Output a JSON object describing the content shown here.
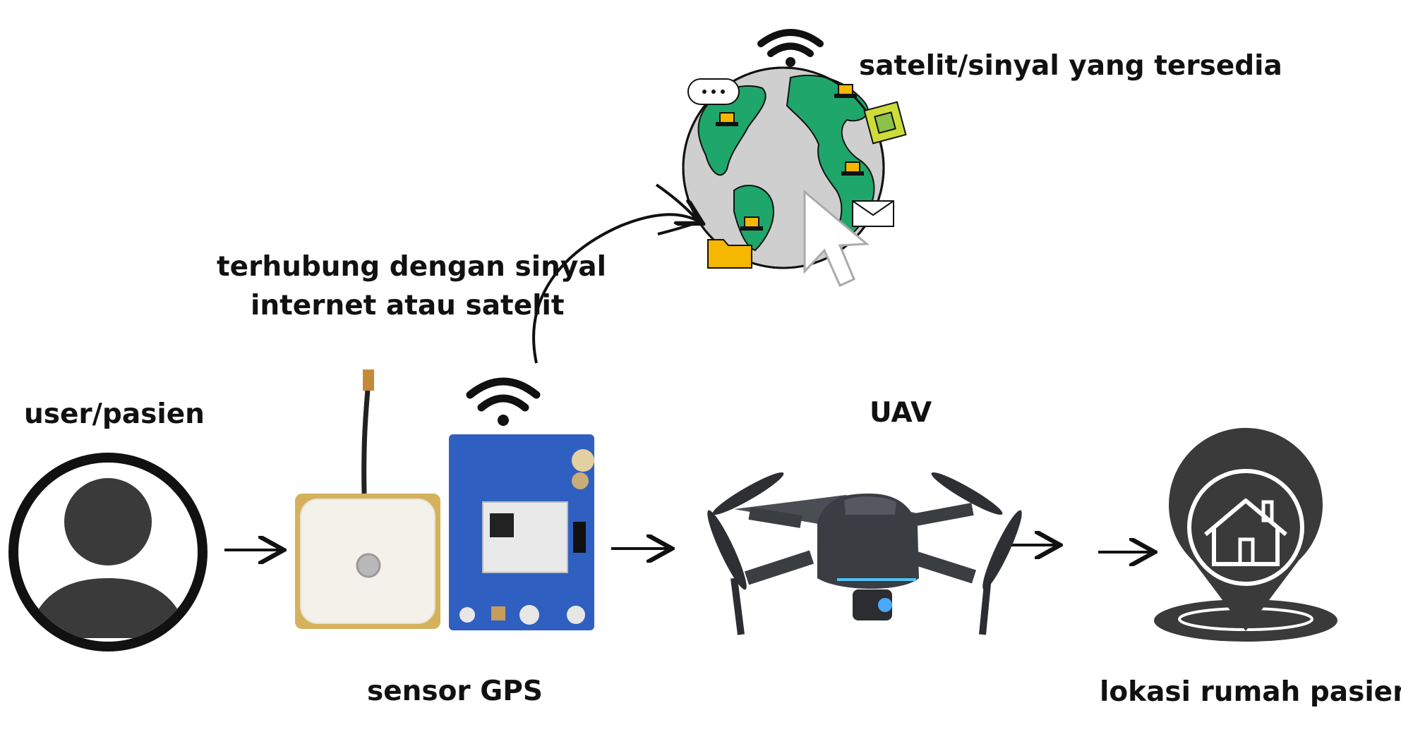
{
  "labels": {
    "satellite": "satelit/sinyal yang tersedia",
    "connected_line1": "terhubung dengan sinyal",
    "connected_line2": "internet atau satelit",
    "user": "user/pasien",
    "uav": "UAV",
    "gps": "sensor GPS",
    "location": "lokasi rumah pasien"
  },
  "icons": [
    "wifi-icon",
    "globe-icon",
    "user-avatar-icon",
    "gps-antenna-icon",
    "gps-module-icon",
    "drone-icon",
    "home-location-pin-icon"
  ],
  "colors": {
    "globe_land": "#1fa66a",
    "globe_ocean": "#cfcfcf",
    "gps_board": "#2f5fc0",
    "device_dark": "#3a3d42",
    "outline": "#111111"
  }
}
